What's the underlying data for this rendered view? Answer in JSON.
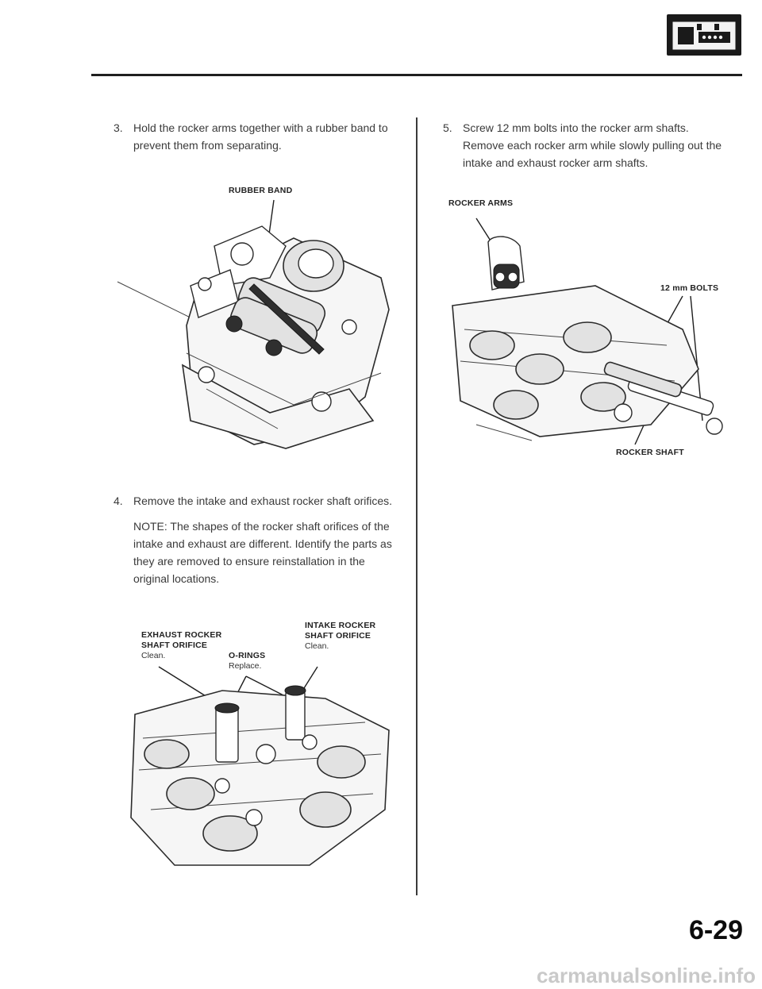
{
  "step3": {
    "number": "3.",
    "text": "Hold the rocker arms together with a rubber band to prevent them from separating."
  },
  "fig_rubber_band": {
    "label": "RUBBER BAND"
  },
  "step4": {
    "number": "4.",
    "text": "Remove the intake and exhaust rocker shaft orifices.",
    "note": "NOTE: The shapes of the rocker shaft orifices of the intake and exhaust are different. Identify the parts as they are removed to ensure reinstallation in the original locations."
  },
  "fig_orifices": {
    "exhaust_line1": "EXHAUST ROCKER",
    "exhaust_line2": "SHAFT ORIFICE",
    "exhaust_sub": "Clean.",
    "orings": "O-RINGS",
    "orings_sub": "Replace.",
    "intake_line1": "INTAKE ROCKER",
    "intake_line2": "SHAFT ORIFICE",
    "intake_sub": "Clean."
  },
  "step5": {
    "number": "5.",
    "text": "Screw 12 mm bolts into the rocker arm shafts. Remove each rocker arm while slowly pulling out the intake and exhaust rocker arm shafts."
  },
  "fig_shafts": {
    "rocker_arms": "ROCKER ARMS",
    "bolts": "12 mm BOLTS",
    "rocker_shaft": "ROCKER SHAFT"
  },
  "page_number": "6-29",
  "watermark": "carmanualsonline.info",
  "icons": {
    "section": "engine-icon"
  }
}
